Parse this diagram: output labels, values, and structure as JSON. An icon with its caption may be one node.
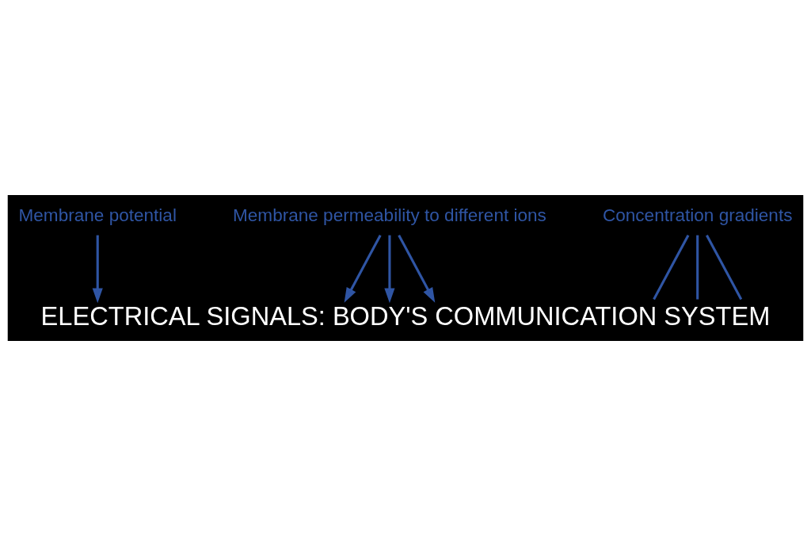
{
  "diagram": {
    "title": "ELECTRICAL SIGNALS: BODY'S COMMUNICATION SYSTEM",
    "nodes": [
      {
        "text": [
          "Membrane potential"
        ]
      },
      {
        "text": [
          "Membrane permeability to different ions"
        ]
      },
      {
        "text": [
          "Concentration gradients"
        ]
      }
    ],
    "edges": [
      {
        "from": 0,
        "to": null,
        "arrow": "to"
      },
      {
        "from": 1,
        "to": null,
        "arrow": "to"
      },
      {
        "from": 1,
        "to": null,
        "arrow": "to"
      },
      {
        "from": 1,
        "to": null,
        "arrow": "to"
      },
      {
        "from": 2,
        "to": null,
        "arrow": "none"
      },
      {
        "from": 2,
        "to": null,
        "arrow": "none"
      },
      {
        "from": 2,
        "to": null,
        "arrow": "none"
      }
    ]
  }
}
